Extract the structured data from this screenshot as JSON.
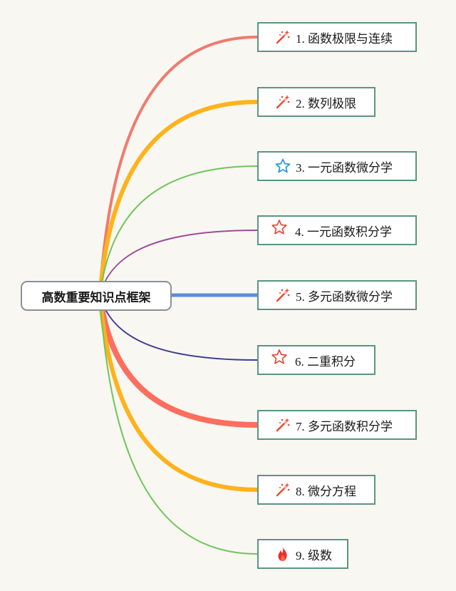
{
  "root": {
    "label": "高数重要知识点框架"
  },
  "branches": [
    {
      "label": "1. 函数极限与连续",
      "icon": "magic-wand-icon",
      "color": "#f07a6e",
      "weight": 4
    },
    {
      "label": "2. 数列极限",
      "icon": "magic-wand-icon",
      "color": "#ffb21c",
      "weight": 6
    },
    {
      "label": "3. 一元函数微分学",
      "icon": "star-outline-blue-icon",
      "color": "#6fc55c",
      "weight": 2
    },
    {
      "label": "4. 一元函数积分学",
      "icon": "star-outline-red-icon",
      "color": "#9b4d9a",
      "weight": 2
    },
    {
      "label": "5. 多元函数微分学",
      "icon": "magic-wand-icon",
      "color": "#5b8ed8",
      "weight": 5
    },
    {
      "label": "6. 二重积分",
      "icon": "star-outline-red-icon",
      "color": "#3d3d91",
      "weight": 2
    },
    {
      "label": "7. 多元函数积分学",
      "icon": "magic-wand-icon",
      "color": "#fc6e5e",
      "weight": 8
    },
    {
      "label": "8. 微分方程",
      "icon": "magic-wand-icon",
      "color": "#ffb21c",
      "weight": 6
    },
    {
      "label": "9. 级数",
      "icon": "fire-icon",
      "color": "#6fc55c",
      "weight": 2
    }
  ]
}
